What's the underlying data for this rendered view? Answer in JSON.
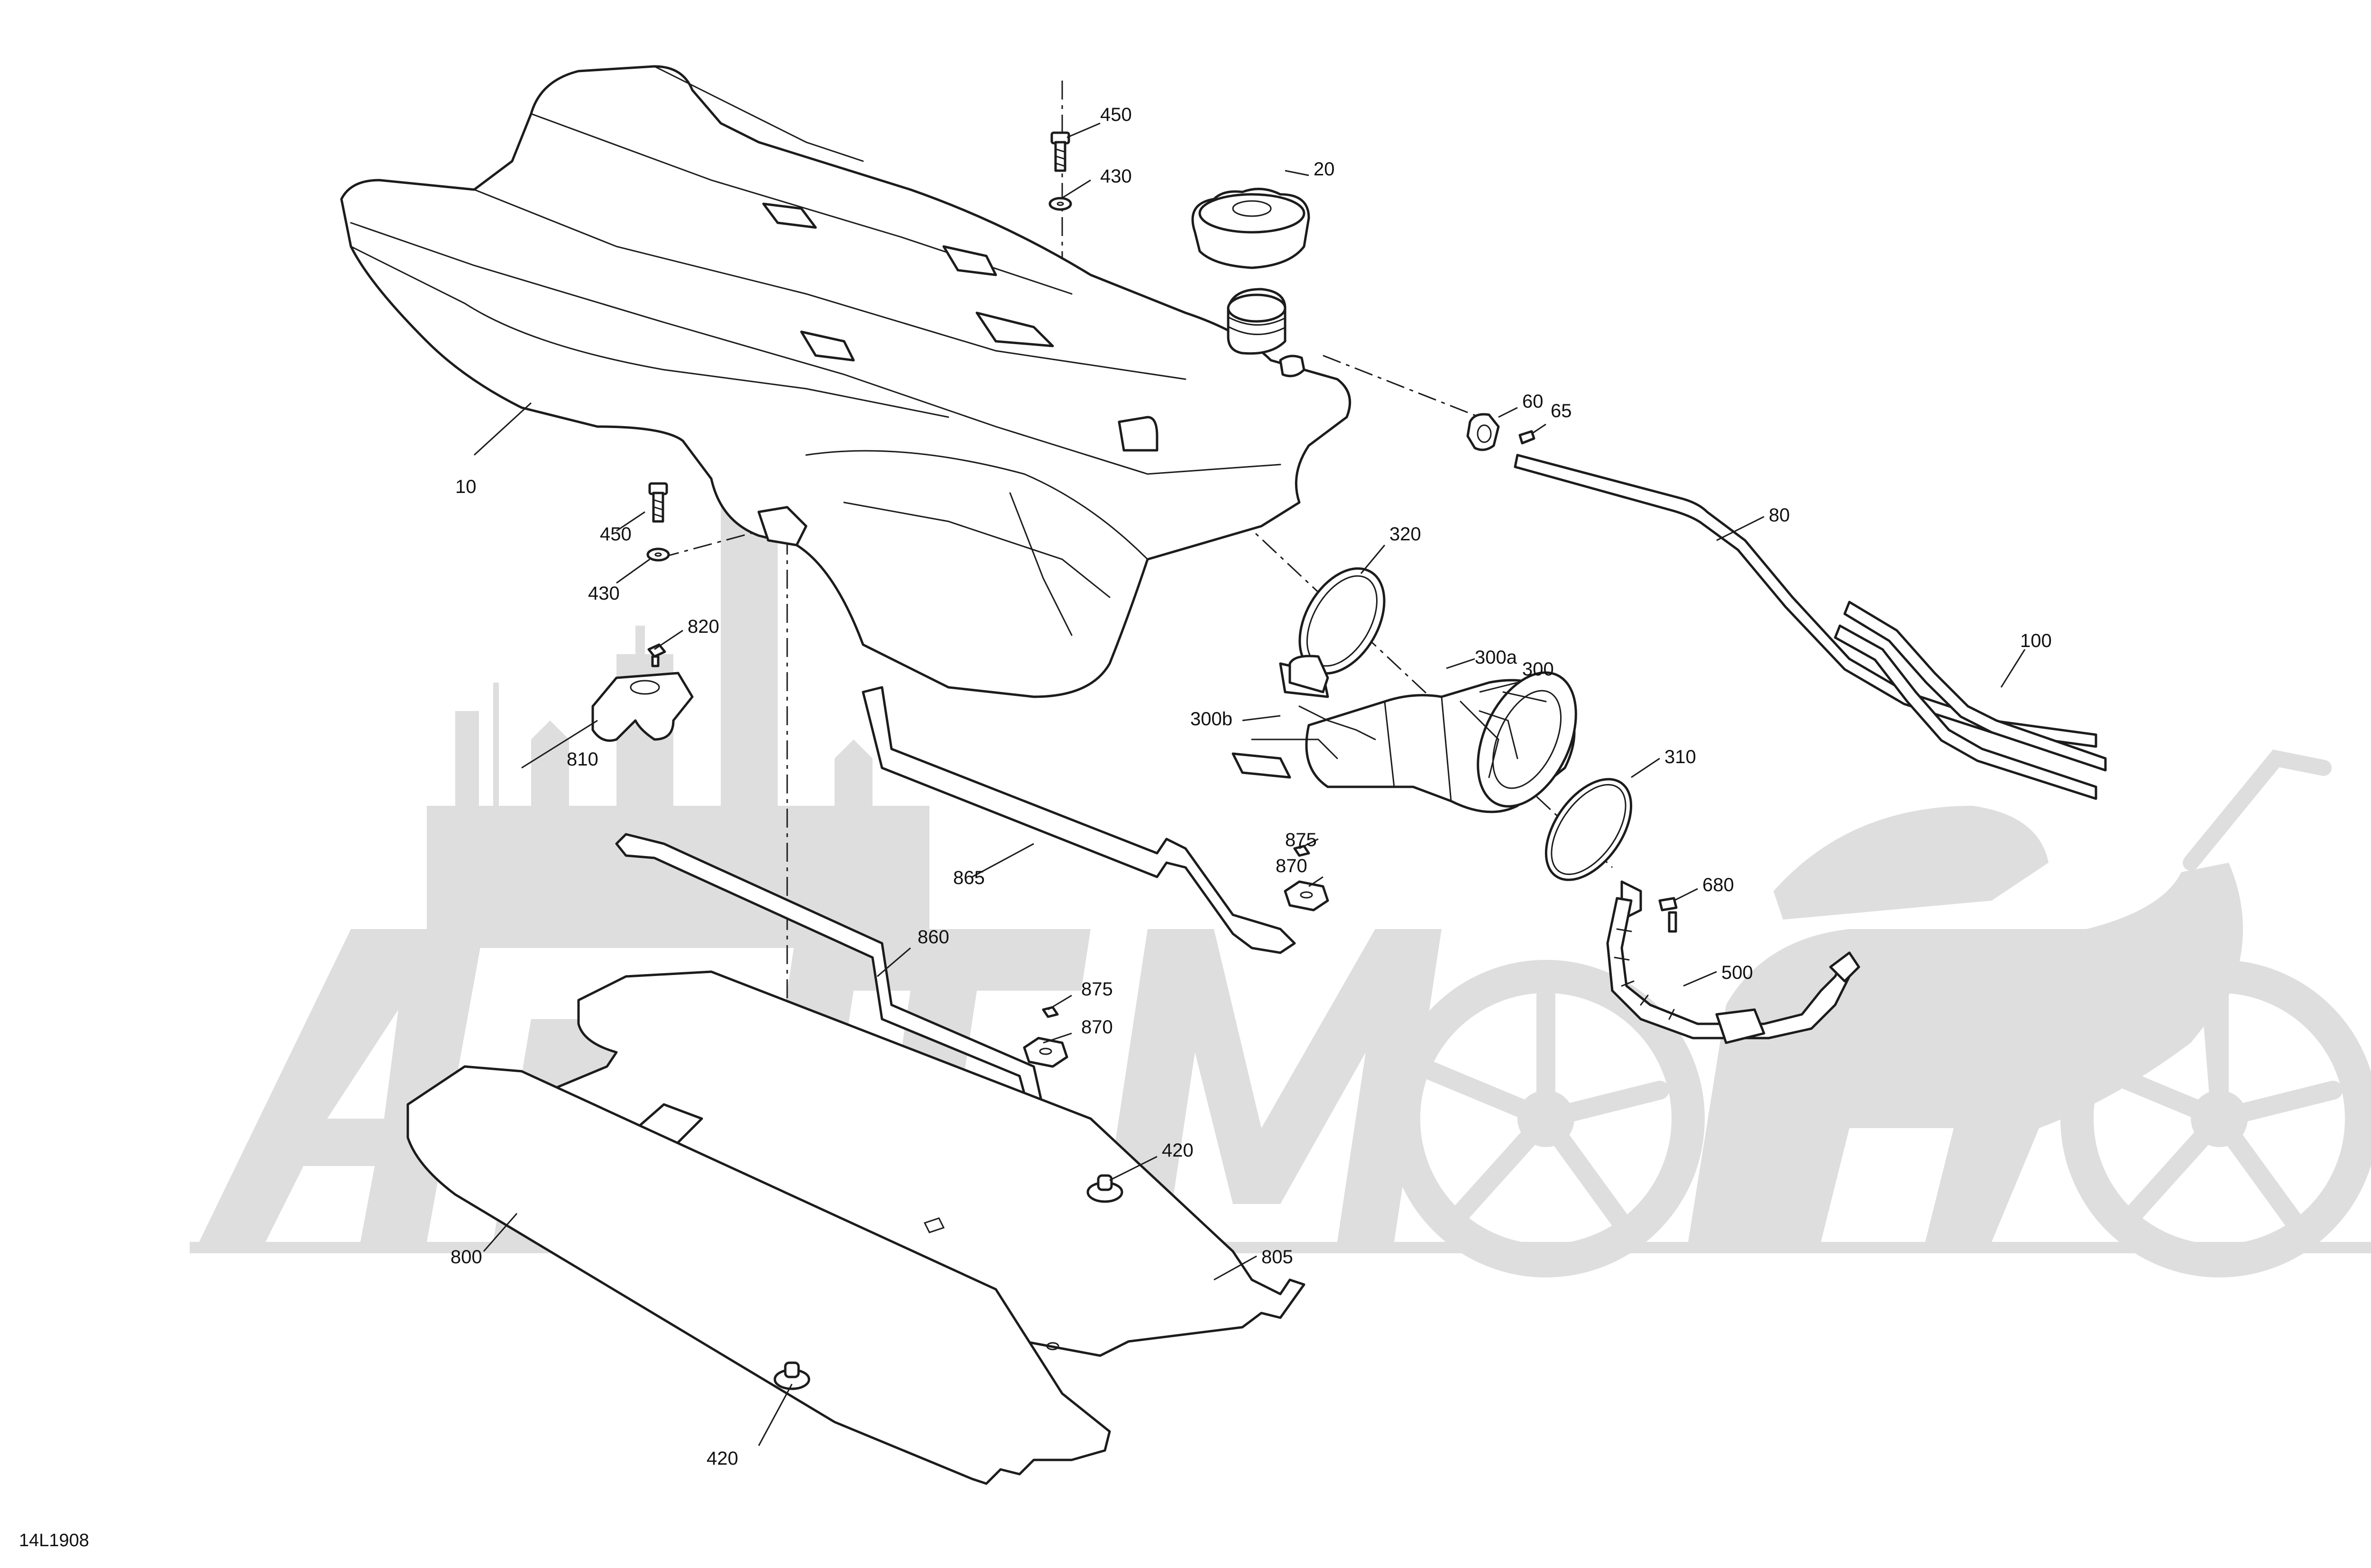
{
  "diagram_code": "14L1908",
  "colors": {
    "line": "#1c1c1c",
    "watermark": "#dedede",
    "background": "#ffffff"
  },
  "callouts": {
    "c10": "10",
    "c20": "20",
    "c60": "60",
    "c65": "65",
    "c80": "80",
    "c100": "100",
    "c300": "300",
    "c300a": "300a",
    "c300b": "300b",
    "c310": "310",
    "c320": "320",
    "c420a": "420",
    "c420b": "420",
    "c430a": "430",
    "c430b": "430",
    "c450a": "450",
    "c450b": "450",
    "c500": "500",
    "c680": "680",
    "c800": "800",
    "c805": "805",
    "c810": "810",
    "c820": "820",
    "c860": "860",
    "c865": "865",
    "c870a": "870",
    "c870b": "870",
    "c875a": "875",
    "c875b": "875"
  }
}
